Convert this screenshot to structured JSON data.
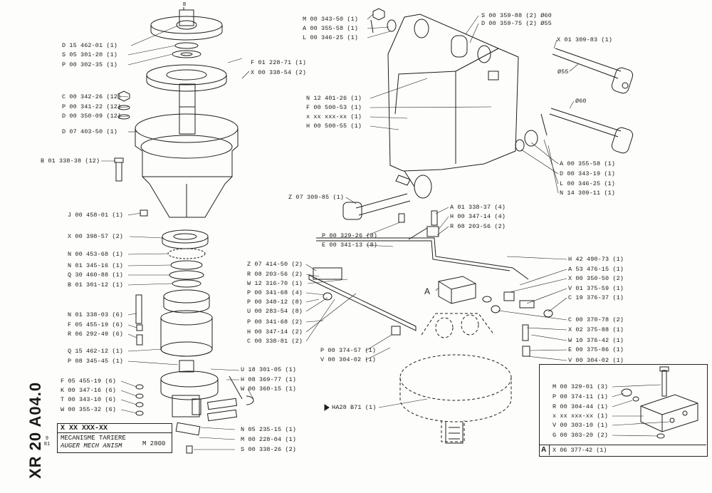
{
  "title_block": {
    "drawing_code": "XR 20 A04.0",
    "revision": "9 81",
    "part_code": "X XX XXX-XX",
    "title_fr": "MECANISME TARIERE",
    "title_en": "AUGER MECH ANISM",
    "model": "M 2800"
  },
  "detail_marker": "A",
  "inset": {
    "letter": "A",
    "code": "X 06 377-42 (1)"
  },
  "callouts": [
    {
      "id": "c1",
      "text": "D 15 462-01 (1)"
    },
    {
      "id": "c2",
      "text": "S 05 301-20 (1)"
    },
    {
      "id": "c3",
      "text": "P 00 302-35 (1)"
    },
    {
      "id": "c4",
      "text": "F 01 228-71 (1)"
    },
    {
      "id": "c5",
      "text": "X 00 338-54 (2)"
    },
    {
      "id": "c6",
      "text": "C 00 342-26 (12)"
    },
    {
      "id": "c7",
      "text": "P 00 341-22 (12)"
    },
    {
      "id": "c8",
      "text": "D 00 350-09 (12)"
    },
    {
      "id": "c9",
      "text": "D 07 403-50 (1)"
    },
    {
      "id": "c10",
      "text": "B 01 338-38 (12)"
    },
    {
      "id": "c11",
      "text": "J 00 458-01 (1)"
    },
    {
      "id": "c12",
      "text": "X 00 398-57 (2)"
    },
    {
      "id": "c13",
      "text": "N 00 453-68 (1)"
    },
    {
      "id": "c14",
      "text": "N 01 345-16 (1)"
    },
    {
      "id": "c15",
      "text": "Q 30 460-88 (1)"
    },
    {
      "id": "c16",
      "text": "B 01 301-12 (1)"
    },
    {
      "id": "c17",
      "text": "N 01 338-03 (6)"
    },
    {
      "id": "c18",
      "text": "F 05 455-19 (6)"
    },
    {
      "id": "c19",
      "text": "R 06 292-49 (6)"
    },
    {
      "id": "c20",
      "text": "Q 15 462-12 (1)"
    },
    {
      "id": "c21",
      "text": "P 08 345-45 (1)"
    },
    {
      "id": "c22",
      "text": "F 05 455-19 (6)"
    },
    {
      "id": "c23",
      "text": "K 00 347-16 (6)"
    },
    {
      "id": "c24",
      "text": "T 00 343-10 (6)"
    },
    {
      "id": "c25",
      "text": "W 00 355-32 (6)"
    },
    {
      "id": "c26",
      "text": "U 18 301-05 (1)"
    },
    {
      "id": "c27",
      "text": "H 08 369-77 (1)"
    },
    {
      "id": "c28",
      "text": "W 00 360-15 (1)"
    },
    {
      "id": "c29",
      "text": "N 05 235-15 (1)"
    },
    {
      "id": "c30",
      "text": "M 00 228-04 (1)"
    },
    {
      "id": "c31",
      "text": "S 00 338-26 (2)"
    },
    {
      "id": "c32",
      "text": "M 00 343-50 (1)"
    },
    {
      "id": "c33",
      "text": "A 00 355-58 (1)"
    },
    {
      "id": "c34",
      "text": "L 00 346-25 (1)"
    },
    {
      "id": "c35",
      "text": "S 00 359-88 (2) Ø60"
    },
    {
      "id": "c36",
      "text": "D 00 359-75 (2) Ø55"
    },
    {
      "id": "c37",
      "text": "X 01 309-83 (1)"
    },
    {
      "id": "c38",
      "text": "N 12 401-26 (1)"
    },
    {
      "id": "c39",
      "text": "F 00 500-53 (1)"
    },
    {
      "id": "c40",
      "text": "x xx xxx-xx (1)"
    },
    {
      "id": "c41",
      "text": "H 00 500-55 (1)"
    },
    {
      "id": "c42",
      "text": "A 00 355-58 (1)"
    },
    {
      "id": "c43",
      "text": "D 00 343-19 (1)"
    },
    {
      "id": "c44",
      "text": "L 00 346-25 (1)"
    },
    {
      "id": "c45",
      "text": "N 14 309-11 (1)"
    },
    {
      "id": "c46",
      "text": "Z 07 309-85 (1)"
    },
    {
      "id": "c47",
      "text": "A 01 338-37 (4)"
    },
    {
      "id": "c48",
      "text": "H 00 347-14 (4)"
    },
    {
      "id": "c49",
      "text": "R 08 203-56 (2)"
    },
    {
      "id": "c50",
      "text": "P 00 329-26 (8)"
    },
    {
      "id": "c51",
      "text": "E 00 341-13 (8)"
    },
    {
      "id": "c52",
      "text": "H 42 490-73 (1)"
    },
    {
      "id": "c53",
      "text": "A 53 476-15 (1)"
    },
    {
      "id": "c54",
      "text": "X 00 350-50 (2)"
    },
    {
      "id": "c55",
      "text": "V 01 375-59 (1)"
    },
    {
      "id": "c56",
      "text": "C 19 376-37 (1)"
    },
    {
      "id": "c57",
      "text": "Z 07 414-50 (2)"
    },
    {
      "id": "c58",
      "text": "R 08 203-56 (2)"
    },
    {
      "id": "c59",
      "text": "W 12 316-70 (1)"
    },
    {
      "id": "c60",
      "text": "P 00 341-68 (4)"
    },
    {
      "id": "c61",
      "text": "P 00 348-12 (8)"
    },
    {
      "id": "c62",
      "text": "U 00 283-54 (8)"
    },
    {
      "id": "c63",
      "text": "P 00 341-68 (2)"
    },
    {
      "id": "c64",
      "text": "H 00 347-14 (2)"
    },
    {
      "id": "c65",
      "text": "C 00 338-81 (2)"
    },
    {
      "id": "c66",
      "text": "C 00 370-78 (2)"
    },
    {
      "id": "c67",
      "text": "X 02 375-88 (1)"
    },
    {
      "id": "c68",
      "text": "W 10 376-42 (1)"
    },
    {
      "id": "c69",
      "text": "E 00 375-86 (1)"
    },
    {
      "id": "c70",
      "text": "V 00 304-02 (1)"
    },
    {
      "id": "c71",
      "text": "P 00 374-57 (1)"
    },
    {
      "id": "c72",
      "text": "V 00 304-02 (1)"
    },
    {
      "id": "c73",
      "text": "HA28 B71 (1)"
    },
    {
      "id": "c74",
      "text": "M 00 329-01 (3)"
    },
    {
      "id": "c75",
      "text": "P 00 374-11 (1)"
    },
    {
      "id": "c76",
      "text": "R 00 304-44 (1)"
    },
    {
      "id": "c77",
      "text": "x xx xxx-xx (1)"
    },
    {
      "id": "c78",
      "text": "V 00 303-10 (1)"
    },
    {
      "id": "c79",
      "text": "G 00 303-20 (2)"
    }
  ],
  "dimensions": [
    "Ø55",
    "Ø60",
    "B"
  ]
}
